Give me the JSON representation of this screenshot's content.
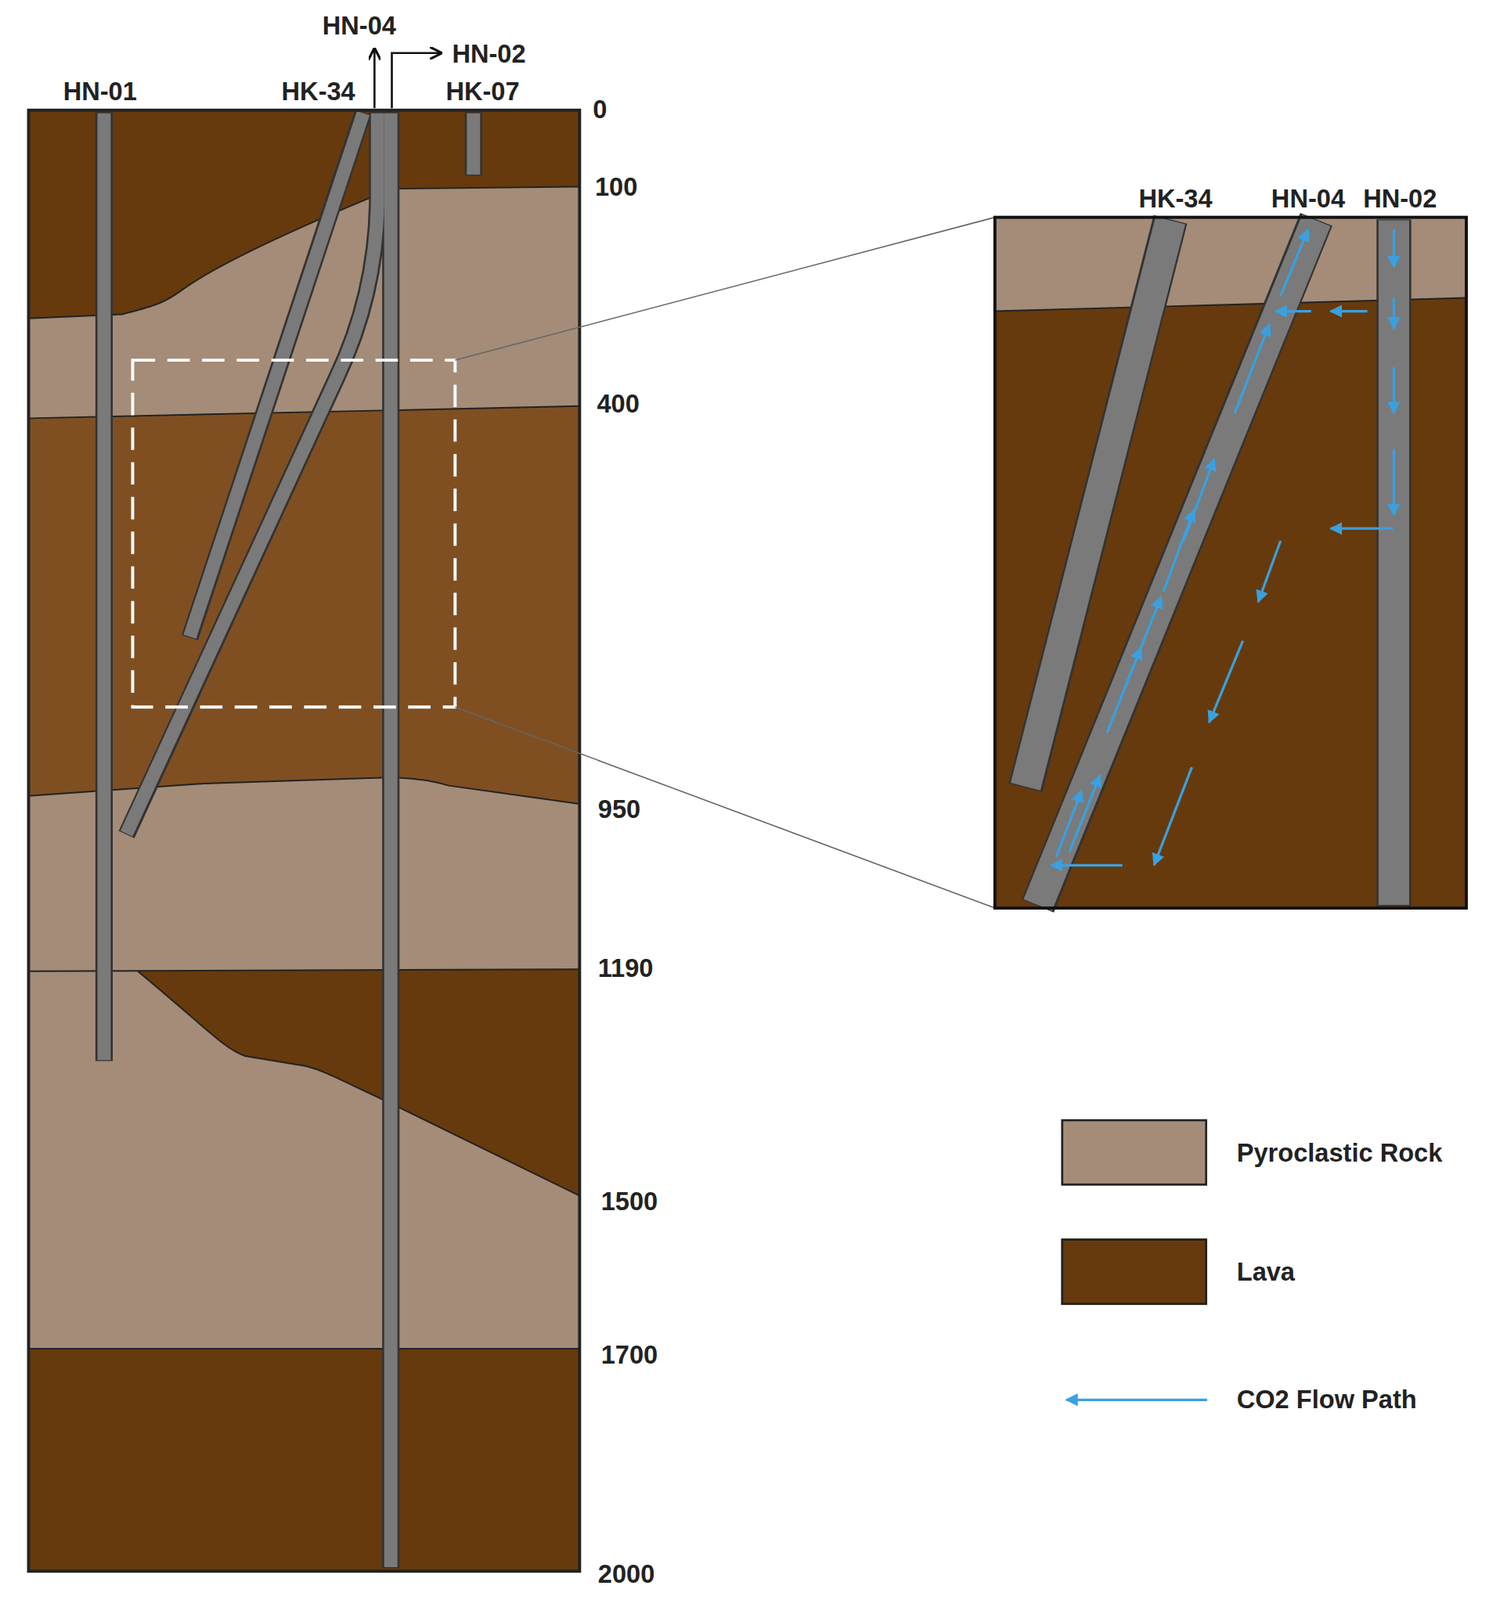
{
  "diagram": {
    "labels": [
      "HN-04",
      "HN-02",
      "HN-01",
      "HK-34",
      "HK-07",
      "0",
      "100",
      "400",
      "950",
      "1190",
      "1500",
      "1700",
      "2000",
      "HK-34",
      "HN-04",
      "HN-02"
    ],
    "legend": [
      {
        "text": "Pyroclastic Rock",
        "color": "#a48c78"
      },
      {
        "text": "Lava",
        "color": "#663a0c"
      },
      {
        "text": "CO2 Flow Path"
      }
    ]
  }
}
